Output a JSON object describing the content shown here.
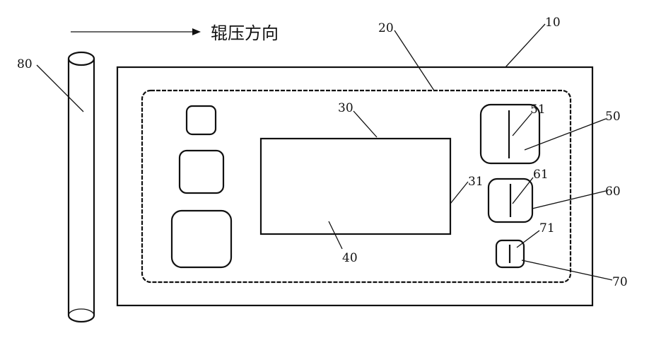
{
  "direction_text": "辊压方向",
  "labels": {
    "l80": "80",
    "l20": "20",
    "l10": "10",
    "l30": "30",
    "l31": "31",
    "l40": "40",
    "l50": "50",
    "l51": "51",
    "l60": "60",
    "l61": "61",
    "l70": "70",
    "l71": "71"
  }
}
